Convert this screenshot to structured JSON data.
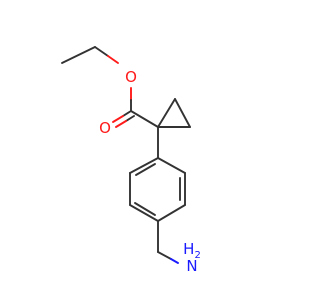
{
  "molecule": {
    "atoms": {
      "ester_oxygen": {
        "symbol": "O",
        "color": "#ff1a1a"
      },
      "carbonyl_oxygen": {
        "symbol": "O",
        "color": "#ff1a1a"
      },
      "amine_n": {
        "symbol": "N",
        "color": "#1a1aff"
      },
      "amine_h2": {
        "symbol": "H",
        "color": "#1a1aff"
      }
    },
    "bond_color": "#333333"
  }
}
